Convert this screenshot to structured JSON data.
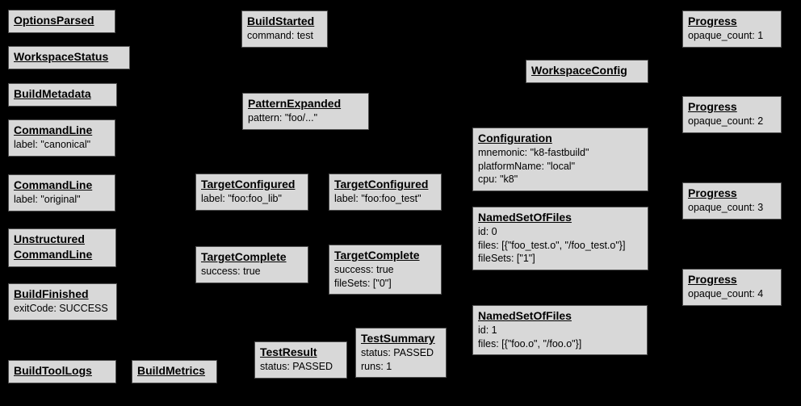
{
  "diagram": {
    "type": "build-event-graph",
    "background_color": "#000000",
    "node_fill_color": "#d8d8d8",
    "node_border_color": "#4f4f4f",
    "node_text_color": "#000000"
  },
  "nodes": [
    {
      "title": "OptionsParsed",
      "lines": []
    },
    {
      "title": "WorkspaceStatus",
      "lines": []
    },
    {
      "title": "BuildMetadata",
      "lines": []
    },
    {
      "title": "CommandLine",
      "lines": [
        "label: \"canonical\""
      ]
    },
    {
      "title": "CommandLine",
      "lines": [
        "label: \"original\""
      ]
    },
    {
      "title": "Unstructured\nCommandLine",
      "lines": []
    },
    {
      "title": "BuildFinished",
      "lines": [
        "exitCode: SUCCESS"
      ]
    },
    {
      "title": "BuildToolLogs",
      "lines": []
    },
    {
      "title": "BuildMetrics",
      "lines": []
    },
    {
      "title": "BuildStarted",
      "lines": [
        "command: test"
      ]
    },
    {
      "title": "PatternExpanded",
      "lines": [
        "pattern: \"foo/...\""
      ]
    },
    {
      "title": "TargetConfigured",
      "lines": [
        "label: \"foo:foo_lib\""
      ]
    },
    {
      "title": "TargetConfigured",
      "lines": [
        "label: \"foo:foo_test\""
      ]
    },
    {
      "title": "TargetComplete",
      "lines": [
        "success: true"
      ]
    },
    {
      "title": "TargetComplete",
      "lines": [
        "success: true",
        "fileSets: [\"0\"]"
      ]
    },
    {
      "title": "TestResult",
      "lines": [
        "status: PASSED"
      ]
    },
    {
      "title": "TestSummary",
      "lines": [
        "status: PASSED",
        "runs: 1"
      ]
    },
    {
      "title": "WorkspaceConfig",
      "lines": []
    },
    {
      "title": "Configuration",
      "lines": [
        "mnemonic: \"k8-fastbuild\"",
        "platformName: \"local\"",
        "cpu: \"k8\""
      ]
    },
    {
      "title": "NamedSetOfFiles",
      "lines": [
        "id: 0",
        "files: [{\"foo_test.o\", \"/foo_test.o\"}]",
        "fileSets: [\"1\"]"
      ]
    },
    {
      "title": "NamedSetOfFiles",
      "lines": [
        "id: 1",
        "files: [{\"foo.o\", \"/foo.o\"}]"
      ]
    },
    {
      "title": "Progress",
      "lines": [
        "opaque_count: 1"
      ]
    },
    {
      "title": "Progress",
      "lines": [
        "opaque_count: 2"
      ]
    },
    {
      "title": "Progress",
      "lines": [
        "opaque_count: 3"
      ]
    },
    {
      "title": "Progress",
      "lines": [
        "opaque_count: 4"
      ]
    }
  ]
}
